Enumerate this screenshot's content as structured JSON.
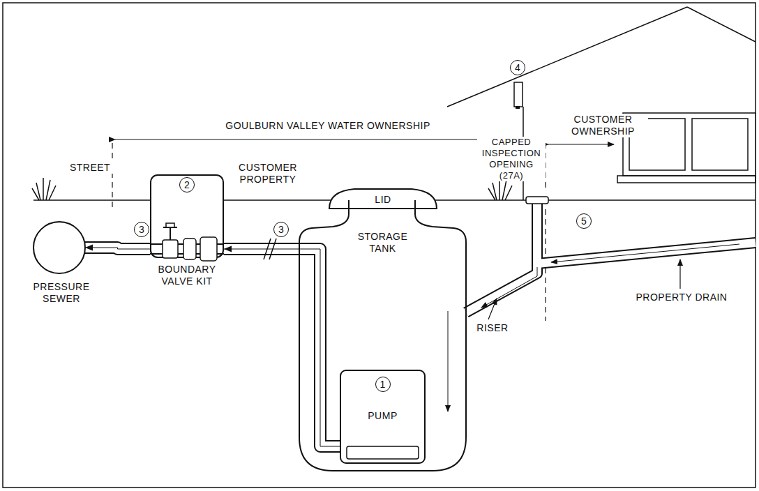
{
  "diagram": {
    "nodes": [
      {
        "text": [
          "PRESSURE SEWER"
        ]
      },
      {
        "text": [
          "2",
          "BOUNDARY VALVE KIT"
        ]
      },
      {
        "text": [
          "LID"
        ]
      },
      {
        "text": [
          "STORAGE TANK"
        ]
      },
      {
        "text": [
          "1",
          "PUMP"
        ],
        "in": 3
      }
    ],
    "edges": [
      {
        "from": 4,
        "to": 1,
        "arrow": "to"
      },
      {
        "from": 1,
        "to": 0,
        "arrow": "to"
      }
    ],
    "labels": [
      "GOULBURN VALLEY WATER OWNERSHIP",
      "CUSTOMER OWNERSHIP",
      "STREET",
      "CUSTOMER PROPERTY",
      "CAPPED INSPECTION OPENING (27A)",
      "RISER",
      "PROPERTY DRAIN",
      "3",
      "3",
      "4",
      "5"
    ]
  }
}
